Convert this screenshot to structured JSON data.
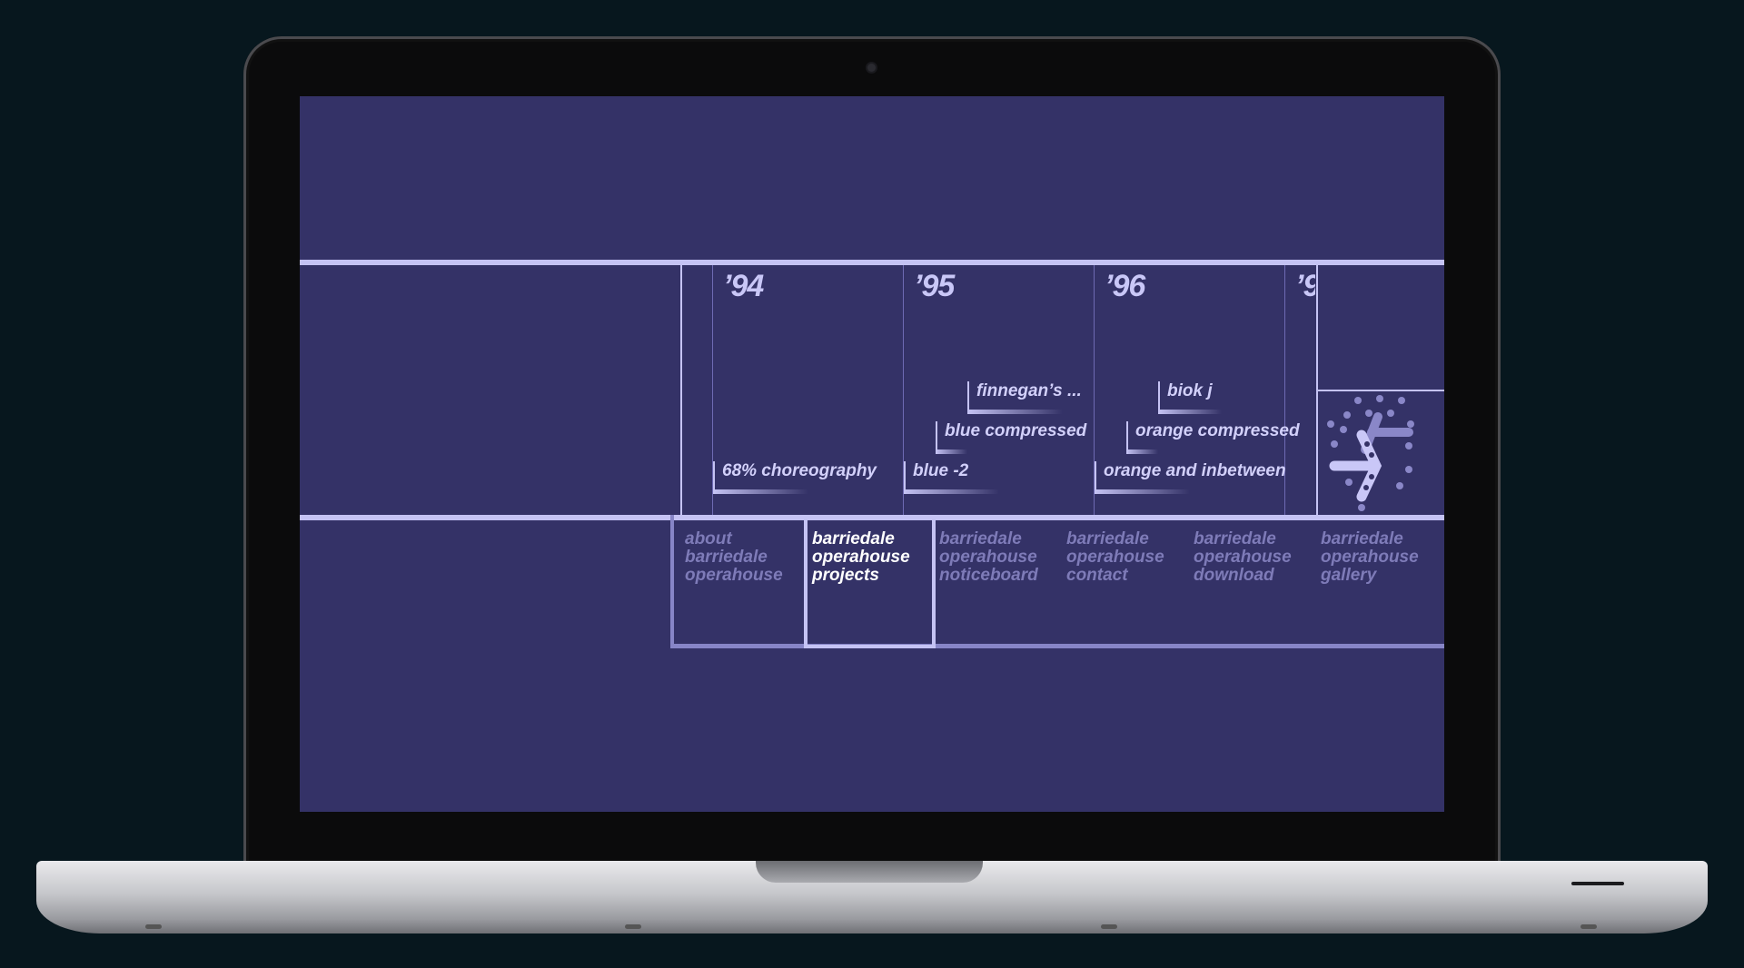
{
  "timeline": {
    "years": [
      "’94",
      "’95",
      "’96",
      "’9"
    ],
    "events": [
      {
        "label": "68% choreography"
      },
      {
        "label": "blue -2"
      },
      {
        "label": "blue compressed"
      },
      {
        "label": "finnegan’s ..."
      },
      {
        "label": "orange and inbetween"
      },
      {
        "label": "orange compressed"
      },
      {
        "label": "biok j"
      }
    ]
  },
  "nav": {
    "items": [
      {
        "label": "about\nbarriedale\noperahouse"
      },
      {
        "label": "barriedale\noperahouse\nprojects"
      },
      {
        "label": "barriedale\noperahouse\nnoticeboard"
      },
      {
        "label": "barriedale\noperahouse\ncontact"
      },
      {
        "label": "barriedale\noperahouse\ndownload"
      },
      {
        "label": "barriedale\noperahouse\ngallery"
      }
    ]
  },
  "colors": {
    "screen_bg": "#343267",
    "line": "#c5c3f4",
    "nav_inactive": "#7e7bb8",
    "nav_active": "#ffffff"
  }
}
